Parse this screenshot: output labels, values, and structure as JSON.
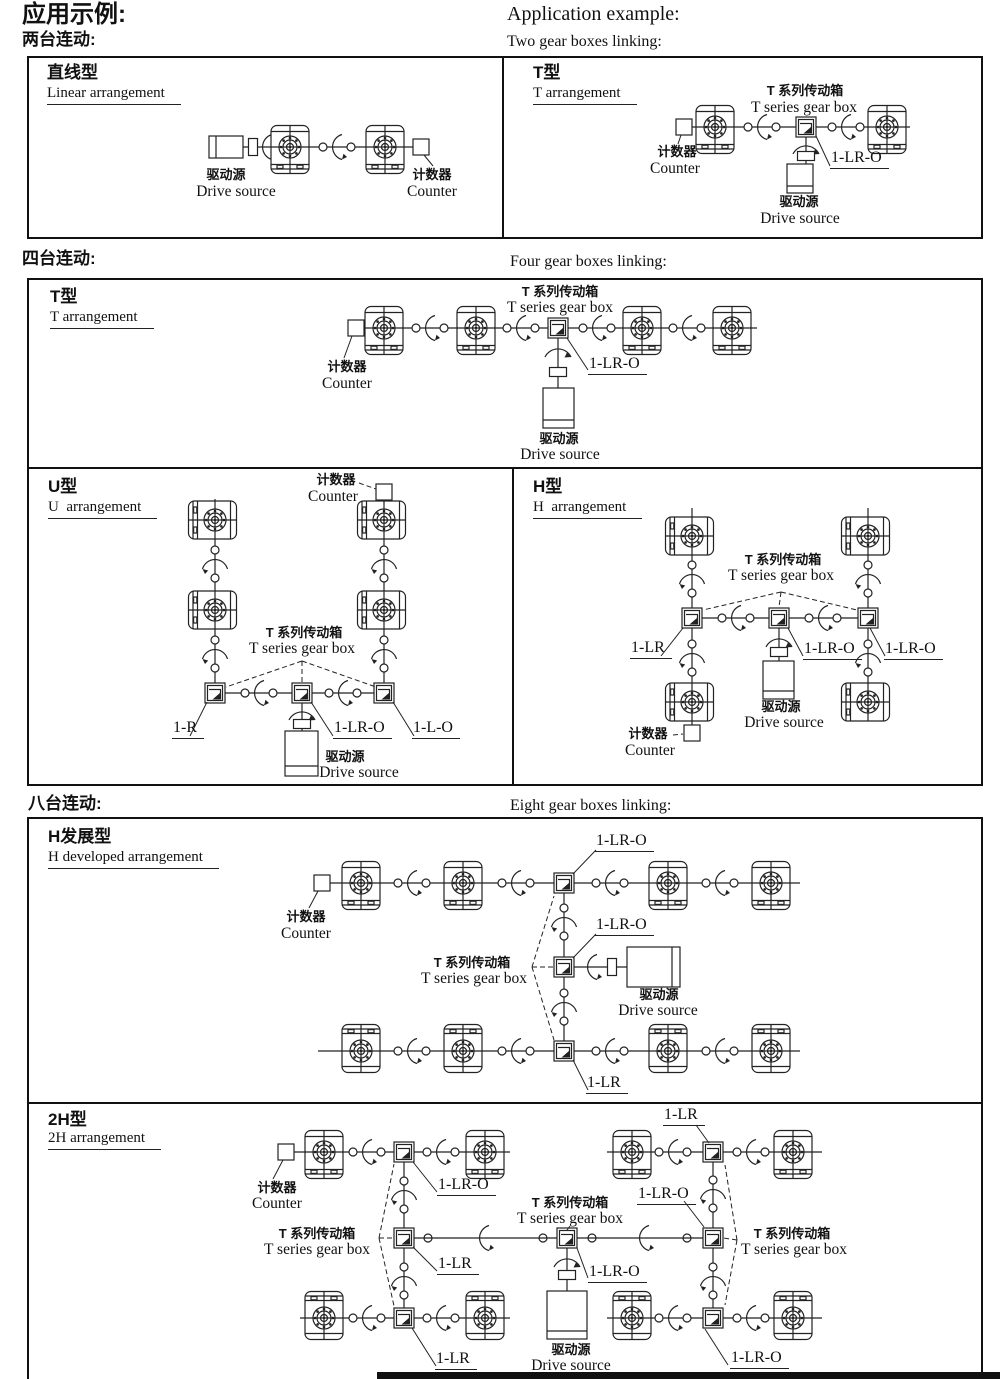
{
  "header": {
    "title_zh": "应用示例:",
    "title_en": "Application example:",
    "sub2_zh": "两台连动:",
    "sub2_en": "Two gear boxes linking:",
    "sub4_zh": "四台连动:",
    "sub4_en": "Four gear boxes linking:",
    "sub8_zh": "八台连动:",
    "sub8_en": "Eight gear boxes linking:"
  },
  "panels": {
    "linear": {
      "title_zh": "直线型",
      "title_en": "Linear arrangement"
    },
    "t2": {
      "title_zh": "T型",
      "title_en": "T arrangement"
    },
    "t4": {
      "title_zh": "T型",
      "title_en": "T arrangement"
    },
    "u4": {
      "title_zh": "U型",
      "title_en": "U  arrangement"
    },
    "h4": {
      "title_zh": "H型",
      "title_en": "H  arrangement"
    },
    "hdev": {
      "title_zh": "H发展型",
      "title_en": "H developed arrangement"
    },
    "h2x": {
      "title_zh": "2H型",
      "title_en": "2H arrangement"
    }
  },
  "labels": {
    "counter_zh": "计数器",
    "counter_en": "Counter",
    "drive_zh": "驱动源",
    "drive_en": "Drive source",
    "gearbox_zh": "T 系列传动箱",
    "gearbox_en": "T series gear box",
    "ref_lro": "1-LR-O",
    "ref_lr": "1-LR",
    "ref_r": "1-R",
    "ref_lo": "1-L-O"
  },
  "colors": {
    "line": "#222222",
    "border": "#111111",
    "footer_bar": "#111111"
  }
}
